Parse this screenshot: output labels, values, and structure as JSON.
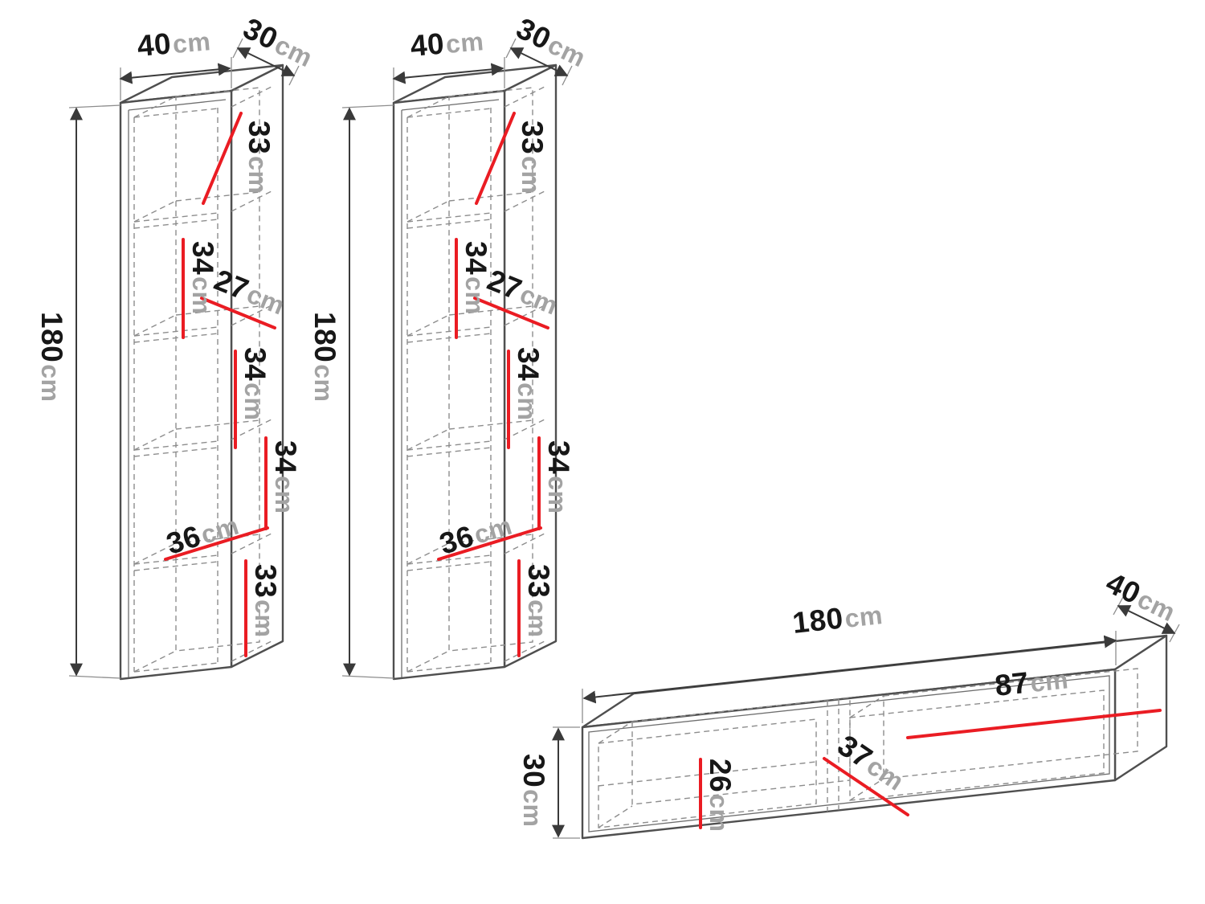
{
  "diagram": {
    "unit": "cm",
    "cabinets": [
      {
        "width": "40",
        "depth": "30",
        "height": "180",
        "sections": [
          "33",
          "34",
          "27",
          "34",
          "34",
          "36",
          "33"
        ]
      },
      {
        "width": "40",
        "depth": "30",
        "height": "180",
        "sections": [
          "33",
          "34",
          "27",
          "34",
          "34",
          "36",
          "33"
        ]
      }
    ],
    "tv_stand": {
      "width": "180",
      "depth": "40",
      "height": "30",
      "sections": [
        "87",
        "26",
        "37"
      ]
    }
  },
  "colors": {
    "outline": "#4f4f4f",
    "hidden_lines": "#8d8d8d",
    "dimension_lines": "#3a3a3a",
    "measure_red": "#ea1c23",
    "number_text": "#171717",
    "unit_text": "#a3a3a3",
    "background": "#ffffff"
  }
}
